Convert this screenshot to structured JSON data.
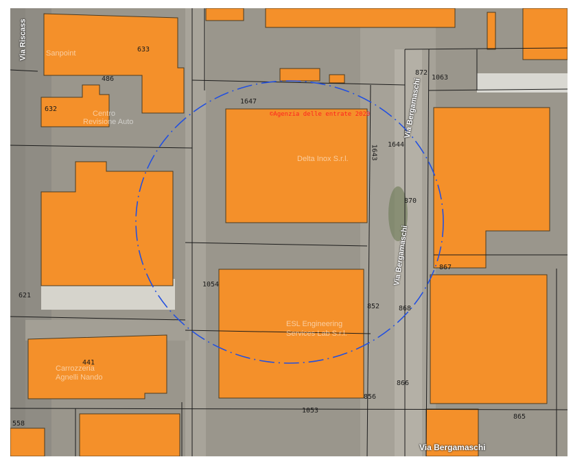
{
  "map": {
    "copyright": "©Agenzia delle entrate 2020",
    "colors": {
      "building_fill": "#f4902a",
      "buffer_circle": "#2250e0",
      "parcel_line": "#1a1a1a",
      "imagery_base": "#9a968c"
    },
    "streets": {
      "riscassi": "Via Riscass",
      "bergamaschi_a": "Via Bergamaschi",
      "bergamaschi_b": "Via Bergamaschi",
      "bergamaschi_c": "Via Bergamaschi"
    },
    "pois": {
      "sanpoint": "Sanpoint",
      "centro_auto_a": "Centro",
      "centro_auto_b": "Revisione Auto",
      "delta": "Delta Inox S.r.l.",
      "esl_a": "ESL Engineering",
      "esl_b": "Services Lab S.r.l.",
      "carrozzeria_a": "Carrozzeria",
      "carrozzeria_b": "Agnelli Nando"
    },
    "parcels": {
      "p633": "633",
      "p486": "486",
      "p632": "632",
      "p1647": "1647",
      "p872": "872",
      "p1063": "1063",
      "p1643": "1643",
      "p1644": "1644",
      "p870": "870",
      "p867": "867",
      "p1054": "1054",
      "p621": "621",
      "p852": "852",
      "p868": "868",
      "p441": "441",
      "p866": "866",
      "p856": "856",
      "p1053": "1053",
      "p865": "865",
      "p558": "558"
    }
  }
}
